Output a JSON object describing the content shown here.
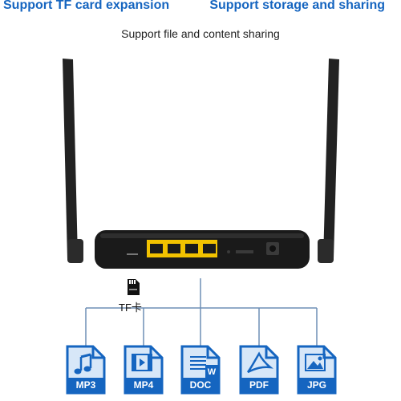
{
  "headline": {
    "left": "Support TF card expansion",
    "right": "Support storage and sharing"
  },
  "subtitle": "Support file and content sharing",
  "tf_card_label": "TF卡",
  "file_types": [
    {
      "label": "MP3",
      "icon": "music-icon"
    },
    {
      "label": "MP4",
      "icon": "film-icon"
    },
    {
      "label": "DOC",
      "icon": "document-icon"
    },
    {
      "label": "PDF",
      "icon": "pdf-icon"
    },
    {
      "label": "JPG",
      "icon": "image-icon"
    }
  ],
  "colors": {
    "accent": "#1565c0",
    "router_body": "#1a1a1a",
    "lan_ports": "#f2c200",
    "connector_line": "#6e8fb5"
  }
}
